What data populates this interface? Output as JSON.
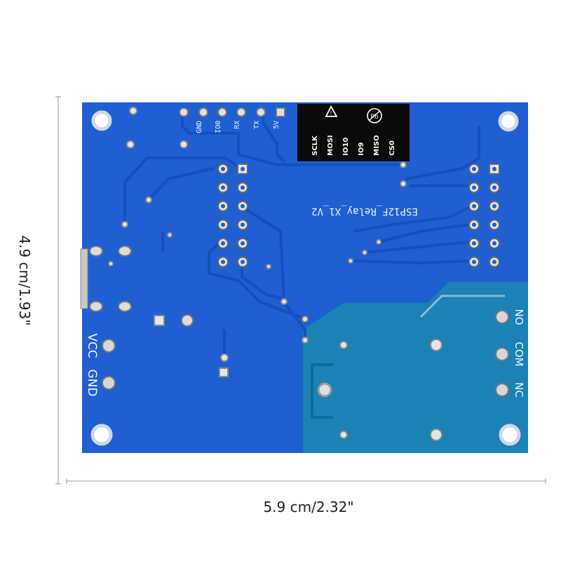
{
  "dimensions": {
    "width_label": "5.9 cm/2.32\"",
    "height_label": "4.9 cm/1.93\""
  },
  "board": {
    "name_label": "ESP12F_Relay_X1_V2",
    "header_pins": [
      "GND",
      "IO0",
      "RX",
      "TX",
      "5V"
    ],
    "module_pins": [
      "SCLK",
      "MOSI",
      "IO10",
      "IO9",
      "MISO",
      "CS0"
    ],
    "power_labels": [
      "VCC",
      "GND"
    ],
    "relay_labels": [
      "NO",
      "COM",
      "NC"
    ],
    "pb_mark": "Pb"
  },
  "colors": {
    "pcb": "#1f5fd1",
    "pcb_relay_zone": "#1a82b5",
    "silkscreen": "#ffffff",
    "pad": "#d8d8d8"
  }
}
